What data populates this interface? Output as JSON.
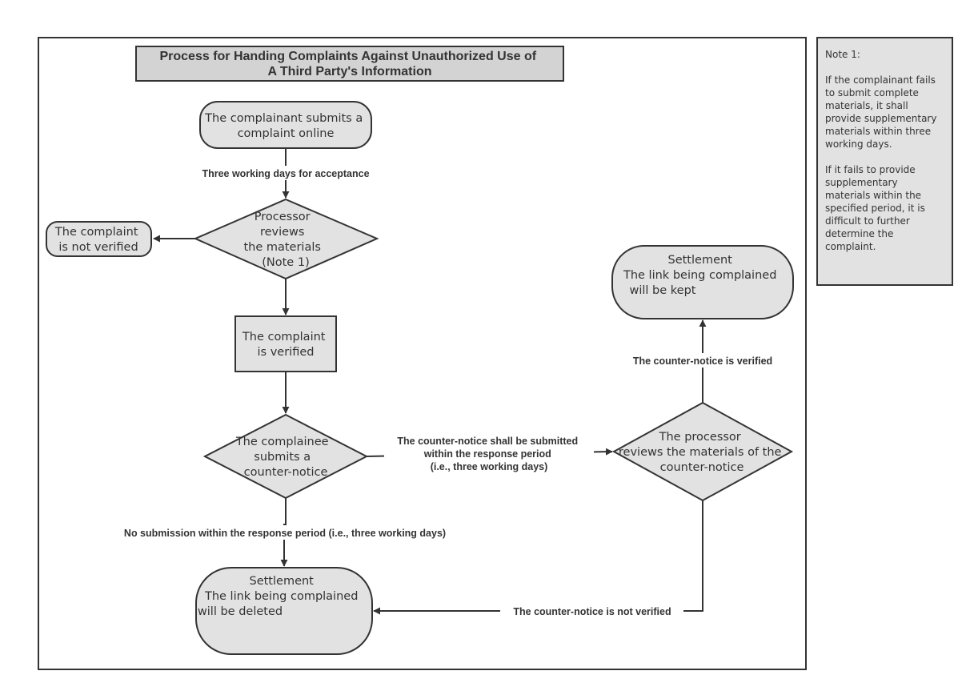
{
  "title": {
    "line1": "Process for Handing Complaints Against Unauthorized Use of",
    "line2": "A Third Party's Information"
  },
  "nodes": {
    "submit": [
      "The complainant submits a",
      "complaint online"
    ],
    "review": [
      "Processor",
      "reviews",
      "the materials",
      "(Note 1)"
    ],
    "not_verified": [
      "The complaint",
      "is not verified"
    ],
    "verified": [
      "The complaint",
      "is verified"
    ],
    "counter_notice": [
      "The complainee",
      "submits a",
      "counter-notice"
    ],
    "processor_review": [
      "The processor",
      "reviews the materials of the",
      "counter-notice"
    ],
    "kept": [
      "Settlement",
      "The link being complained",
      "will be kept"
    ],
    "deleted": [
      "Settlement",
      "The link being complained",
      "will be deleted"
    ]
  },
  "edge_labels": {
    "acceptance": "Three working days for acceptance",
    "counter_period": [
      "The counter-notice shall be submitted",
      "within the response period",
      "(i.e., three working days)"
    ],
    "no_submission": "No submission within the response period (i.e., three working days)",
    "counter_verified": "The counter-notice is verified",
    "counter_not_verified": "The counter-notice is not verified"
  },
  "note": {
    "heading": "Note 1:",
    "para1": [
      "If the complainant fails",
      "to submit complete",
      "materials, it shall",
      "provide supplementary",
      "materials within three",
      "working days."
    ],
    "para2": [
      "If it fails to provide",
      "supplementary",
      "materials within the",
      "specified period, it is",
      "difficult to further",
      "determine the",
      "complaint."
    ]
  }
}
